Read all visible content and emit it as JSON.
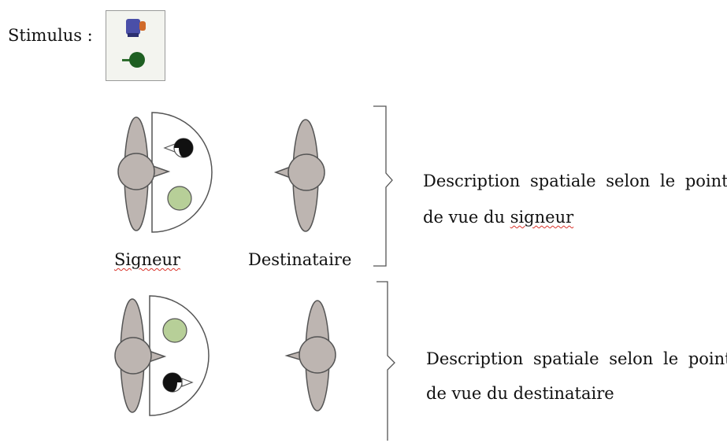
{
  "stimulus": {
    "label": "Stimulus :"
  },
  "figures": {
    "signer_label": "Signeur",
    "addressee_label": "Destinataire"
  },
  "descriptions": [
    {
      "line1": "Description spatiale selon le point",
      "line2_prefix": "de vue du ",
      "line2_word": "signeur"
    },
    {
      "line1": "Description spatiale selon le point",
      "line2": "de vue du destinataire"
    }
  ],
  "colors": {
    "person_fill": "#bdb5b1",
    "person_stroke": "#555555",
    "green_circle": "#b7cf98",
    "black_half": "#111111",
    "spelling_underline": "#d9342b"
  }
}
